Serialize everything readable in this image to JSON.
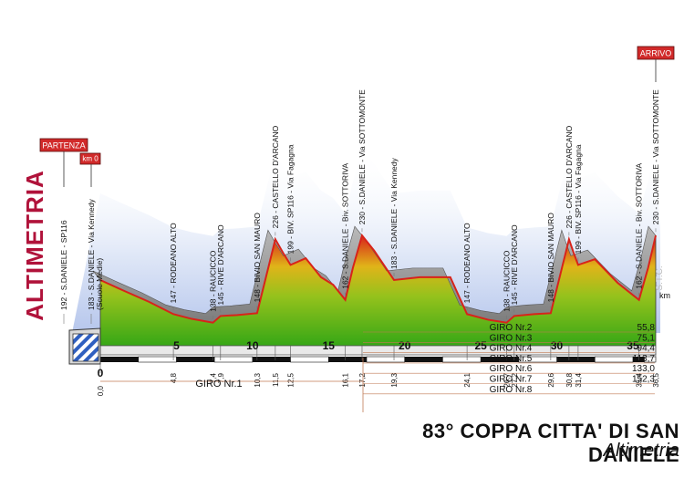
{
  "side_title": "ALTIMETRIA",
  "race_title": "83° COPPA CITTA' DI SAN DANIELE",
  "race_subtitle": "Altimetria",
  "partenza_label": "PARTENZA",
  "km0_label": "km 0",
  "arrivo_label": "ARRIVO",
  "stc_label": "S.T.C.",
  "km_unit": "km",
  "axis_ticks": [
    "0",
    "5",
    "10",
    "15",
    "20",
    "25",
    "30",
    "35"
  ],
  "distance_markers": [
    "0,0",
    "4,8",
    "7,4",
    "7,9",
    "10,3",
    "11,5",
    "12,5",
    "16,1",
    "17,2",
    "19,3",
    "24,1",
    "26,7",
    "27,2",
    "29,6",
    "30,8",
    "31,4",
    "35,4",
    "36,5"
  ],
  "waypoints": [
    {
      "km": 0.0,
      "label": "192 - S.DANIELE - SP116"
    },
    {
      "km": 0.0,
      "label": "183 - S.DANIELE - Via Kennedy (Scuole Medie)"
    },
    {
      "km": 4.8,
      "label": "147 - RODEANO ALTO"
    },
    {
      "km": 7.4,
      "label": "138 - RAUCICCO"
    },
    {
      "km": 7.9,
      "label": "145 - RIVE D'ARCANO"
    },
    {
      "km": 10.3,
      "label": "148 - BIVIO SAN MAURO"
    },
    {
      "km": 11.5,
      "label": "226 - CASTELLO D'ARCANO"
    },
    {
      "km": 12.5,
      "label": "199 - BIV. SP116 - Via Fagagna"
    },
    {
      "km": 16.1,
      "label": "162 - S.DANIELE - Biv. SOTTORIVA"
    },
    {
      "km": 17.2,
      "label": "230 - S.DANIELE - Via SOTTOMONTE"
    },
    {
      "km": 19.3,
      "label": "183 - S.DANIELE - Via Kennedy"
    },
    {
      "km": 24.1,
      "label": "147 - RODEANO ALTO"
    },
    {
      "km": 26.7,
      "label": "138 - RAUCICCO"
    },
    {
      "km": 27.2,
      "label": "145 - RIVE D'ARCANO"
    },
    {
      "km": 29.6,
      "label": "148 - BIVIO SAN MAURO"
    },
    {
      "km": 30.8,
      "label": "226 - CASTELLO D'ARCANO"
    },
    {
      "km": 31.4,
      "label": "199 - BIV. SP116 - Via Fagagna"
    },
    {
      "km": 35.4,
      "label": "162 - S.DANIELE - Biv. SOTTORIVA"
    },
    {
      "km": 36.5,
      "label": "230 - S.DANIELE - Via SOTTOMONTE"
    }
  ],
  "laps_first": "GIRO Nr.1",
  "laps": [
    {
      "label": "GIRO Nr.2",
      "km": "55,8"
    },
    {
      "label": "GIRO Nr.3",
      "km": "75,1"
    },
    {
      "label": "GIRO Nr.4",
      "km": "94,4"
    },
    {
      "label": "GIRO Nr.5",
      "km": "113,7"
    },
    {
      "label": "GIRO Nr.6",
      "km": "133,0"
    },
    {
      "label": "GIRO Nr.7",
      "km": "152,3"
    },
    {
      "label": "GIRO Nr.8",
      "km": ""
    }
  ],
  "profile": {
    "km_max": 36.5,
    "elev_points": [
      [
        0,
        183
      ],
      [
        1.5,
        172
      ],
      [
        3.2,
        160
      ],
      [
        4.8,
        147
      ],
      [
        6,
        142
      ],
      [
        7.4,
        138
      ],
      [
        7.9,
        145
      ],
      [
        9,
        146
      ],
      [
        10.3,
        148
      ],
      [
        11.5,
        226
      ],
      [
        12,
        212
      ],
      [
        12.5,
        199
      ],
      [
        13.5,
        206
      ],
      [
        14.5,
        186
      ],
      [
        15.3,
        178
      ],
      [
        16.1,
        162
      ],
      [
        16.6,
        196
      ],
      [
        17.2,
        230
      ],
      [
        18,
        214
      ],
      [
        19.3,
        183
      ],
      [
        21,
        186
      ],
      [
        23,
        186
      ],
      [
        24.1,
        147
      ],
      [
        25.5,
        141
      ],
      [
        26.7,
        138
      ],
      [
        27.2,
        145
      ],
      [
        28.5,
        147
      ],
      [
        29.6,
        148
      ],
      [
        30.8,
        226
      ],
      [
        31.1,
        212
      ],
      [
        31.4,
        199
      ],
      [
        32.5,
        205
      ],
      [
        34,
        180
      ],
      [
        35.4,
        162
      ],
      [
        36,
        196
      ],
      [
        36.5,
        230
      ]
    ],
    "colors": {
      "top": "#d8231a",
      "mid": "#d7c21a",
      "base": "#36a716",
      "accent": "#c0123a"
    }
  }
}
